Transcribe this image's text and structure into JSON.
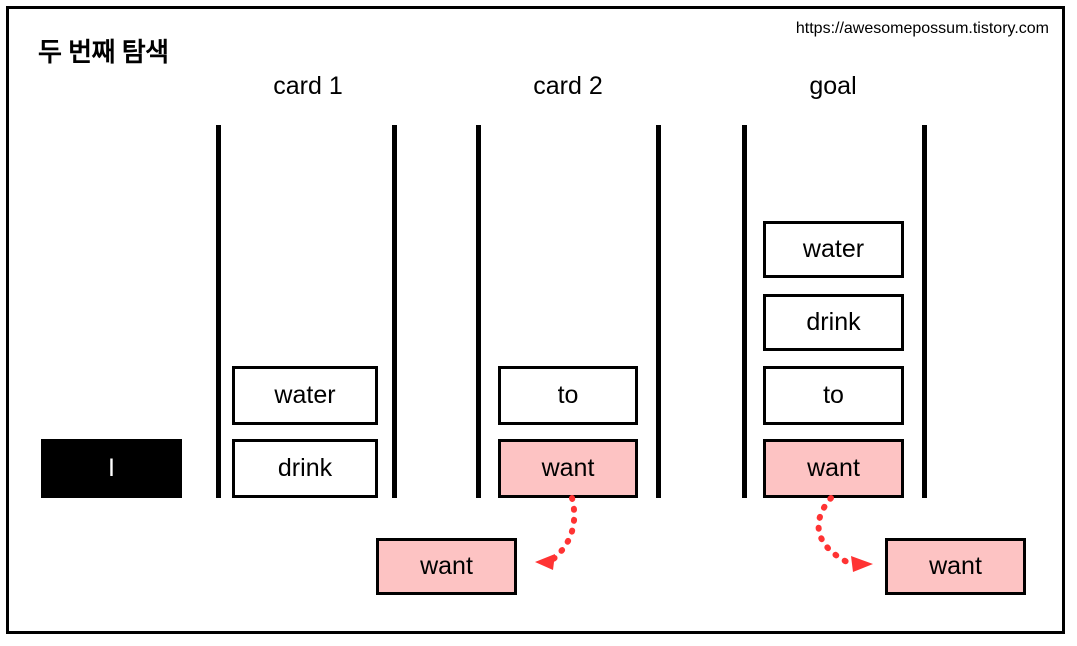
{
  "page": {
    "title": "두 번째 탐색",
    "url": "https://awesomepossum.tistory.com"
  },
  "colors": {
    "pink": "#FDC3C3",
    "red_arrow": "#FF3333",
    "black": "#000000",
    "white": "#FFFFFF"
  },
  "columns": [
    {
      "id": "card1",
      "header": "card 1"
    },
    {
      "id": "card2",
      "header": "card 2"
    },
    {
      "id": "goal",
      "header": "goal"
    }
  ],
  "current_token": {
    "label": "I",
    "style": "black"
  },
  "stacks": {
    "card1": [
      "water",
      "drink"
    ],
    "card2": [
      "to",
      "want"
    ],
    "goal": [
      "water",
      "drink",
      "to",
      "want"
    ]
  },
  "card1_items": [
    {
      "label": "water",
      "style": "white"
    },
    {
      "label": "drink",
      "style": "white"
    }
  ],
  "card2_items": [
    {
      "label": "to",
      "style": "white"
    },
    {
      "label": "want",
      "style": "pink"
    }
  ],
  "goal_items": [
    {
      "label": "water",
      "style": "white"
    },
    {
      "label": "drink",
      "style": "white"
    },
    {
      "label": "to",
      "style": "white"
    },
    {
      "label": "want",
      "style": "pink"
    }
  ],
  "popped": [
    {
      "label": "want",
      "style": "pink",
      "side": "left"
    },
    {
      "label": "want",
      "style": "pink",
      "side": "right"
    }
  ],
  "arrows": [
    {
      "id": "pop-arrow-card2",
      "direction": "left",
      "style": "dotted",
      "color": "#FF3333"
    },
    {
      "id": "push-arrow-goal",
      "direction": "right",
      "style": "dotted",
      "color": "#FF3333"
    }
  ]
}
